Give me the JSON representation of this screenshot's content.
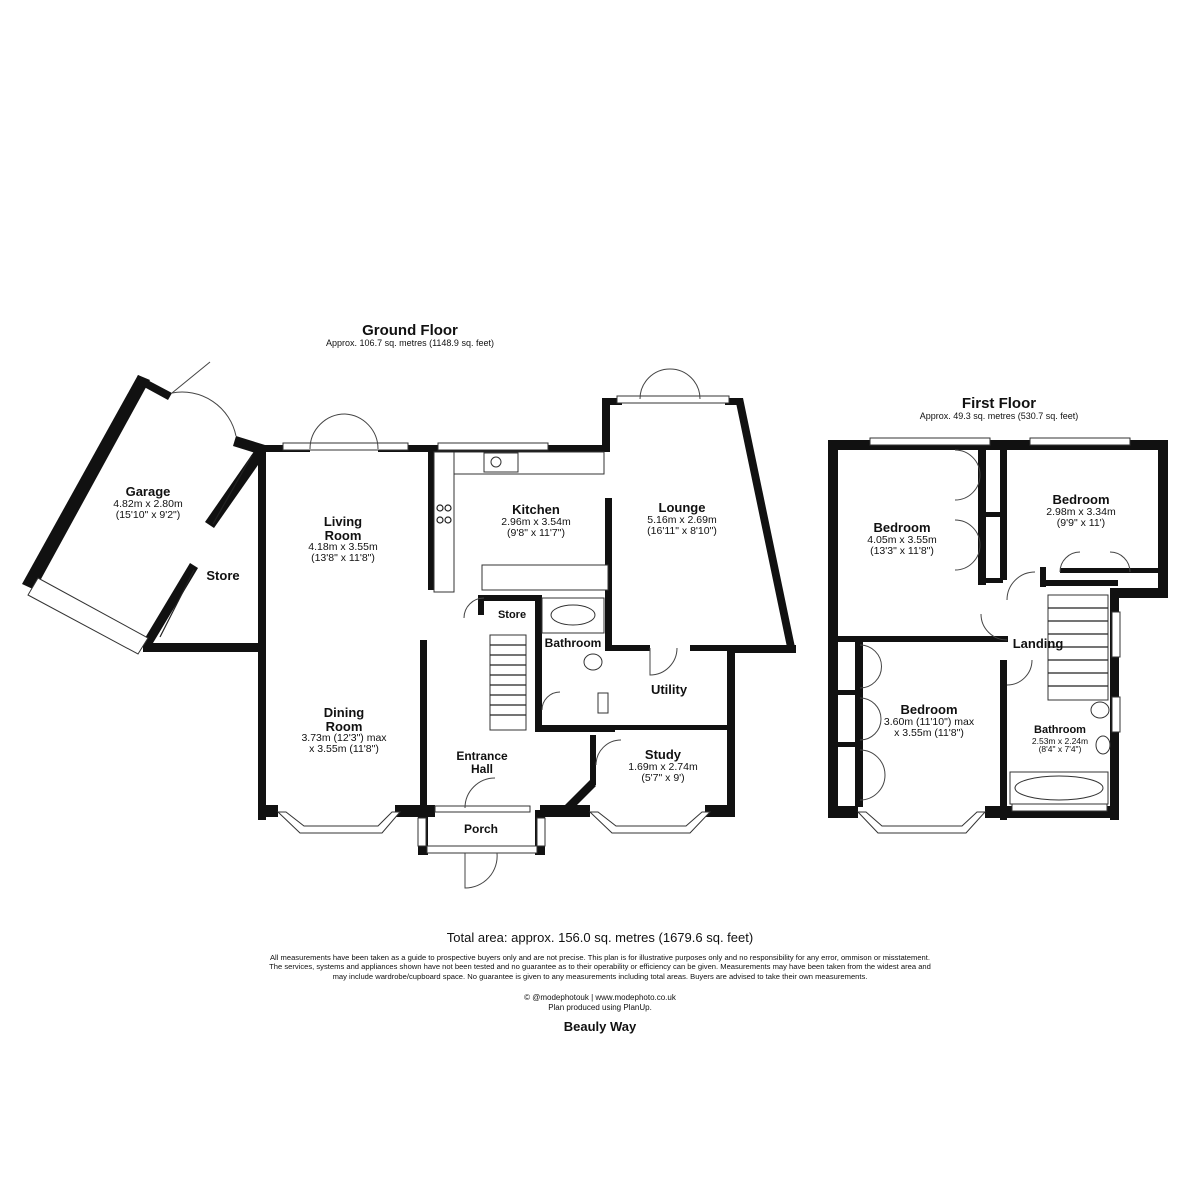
{
  "ground_floor": {
    "title": "Ground Floor",
    "area": "Approx. 106.7 sq. metres (1148.9 sq. feet)",
    "rooms": {
      "garage": {
        "name": "Garage",
        "dim1": "4.82m x 2.80m",
        "dim2": "(15'10\" x 9'2\")"
      },
      "store_garage": {
        "name": "Store"
      },
      "living_room": {
        "name1": "Living",
        "name2": "Room",
        "dim1": "4.18m x 3.55m",
        "dim2": "(13'8\" x 11'8\")"
      },
      "dining_room": {
        "name1": "Dining",
        "name2": "Room",
        "dim1": "3.73m (12'3\") max",
        "dim2": "x 3.55m (11'8\")"
      },
      "kitchen": {
        "name": "Kitchen",
        "dim1": "2.96m x 3.54m",
        "dim2": "(9'8\" x 11'7\")"
      },
      "lounge": {
        "name": "Lounge",
        "dim1": "5.16m x 2.69m",
        "dim2": "(16'11\" x 8'10\")"
      },
      "store_hall": {
        "name": "Store"
      },
      "bathroom": {
        "name": "Bathroom"
      },
      "utility": {
        "name": "Utility"
      },
      "entrance_hall": {
        "name1": "Entrance",
        "name2": "Hall"
      },
      "study": {
        "name": "Study",
        "dim1": "1.69m x 2.74m",
        "dim2": "(5'7\" x 9')"
      },
      "porch": {
        "name": "Porch"
      }
    }
  },
  "first_floor": {
    "title": "First Floor",
    "area": "Approx. 49.3 sq. metres (530.7 sq. feet)",
    "rooms": {
      "bedroom_1": {
        "name": "Bedroom",
        "dim1": "4.05m x 3.55m",
        "dim2": "(13'3\" x 11'8\")"
      },
      "bedroom_2": {
        "name": "Bedroom",
        "dim1": "2.98m x 3.34m",
        "dim2": "(9'9\" x 11')"
      },
      "bedroom_3": {
        "name": "Bedroom",
        "dim1": "3.60m (11'10\") max",
        "dim2": "x 3.55m (11'8\")"
      },
      "landing": {
        "name": "Landing"
      },
      "bathroom": {
        "name": "Bathroom",
        "dim1": "2.53m x 2.24m",
        "dim2": "(8'4\" x 7'4\")"
      }
    }
  },
  "footer": {
    "total_area": "Total area: approx. 156.0 sq. metres (1679.6 sq. feet)",
    "disclaimer_1": "All measurements have been taken as a guide to prospective buyers only and are not precise. This plan is for illustrative purposes only and no responsibility for any error, ommison or misstatement.",
    "disclaimer_2": "The services, systems and appliances shown have not been tested and no guarantee as to their operability or efficiency can be given. Measurements may have been taken from the widest area and",
    "disclaimer_3": "may include wardrobe/cupboard space. No guarantee is given to any measurements including total areas. Buyers are advised to take their own measurements.",
    "credit_1": "© @modephotouk | www.modephoto.co.uk",
    "credit_2": "Plan produced using PlanUp.",
    "property_name": "Beauly Way"
  },
  "colors": {
    "wall": "#111111",
    "background": "#ffffff"
  }
}
